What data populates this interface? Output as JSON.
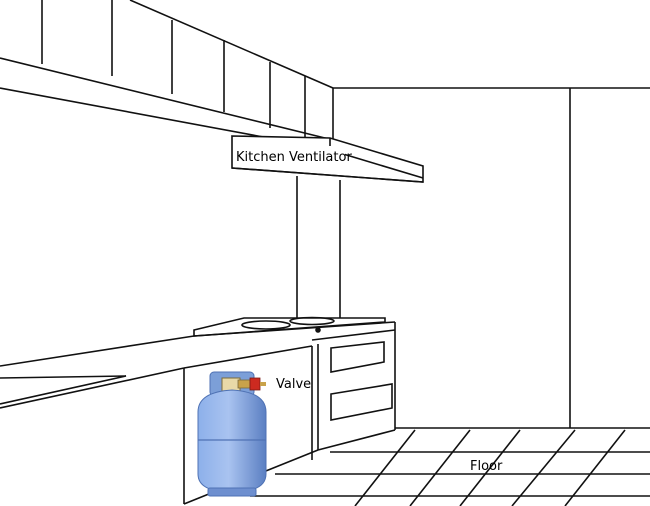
{
  "labels": {
    "ventilator": "Kitchen Ventilator",
    "valve": "Valve",
    "floor": "Floor"
  },
  "colors": {
    "line": "#111111",
    "cylinder": "#7c9fd8",
    "cylinder_shade": "#4f72b4",
    "valve_red": "#cc2a20",
    "valve_brass": "#c9a24a"
  }
}
